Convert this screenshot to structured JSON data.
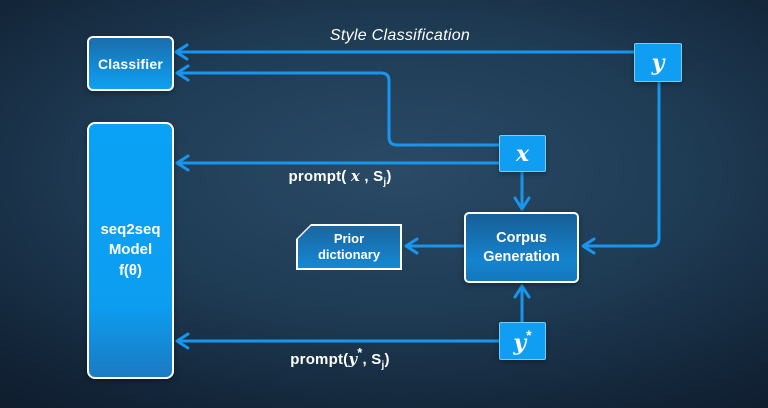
{
  "diagram": {
    "title": "Style Classification",
    "nodes": {
      "classifier": {
        "label": "Classifier"
      },
      "seq2seq": {
        "label": "seq2seq\nModel\nf(θ)"
      },
      "y": {
        "var": "y"
      },
      "x": {
        "var": "x"
      },
      "ystar": {
        "var": "y",
        "sup": "*"
      },
      "corpus": {
        "label": "Corpus\nGeneration"
      },
      "prior": {
        "label": "Prior\ndictionary"
      }
    },
    "edge_labels": {
      "prompt_x": {
        "pre": "prompt( ",
        "var": "x",
        "mid": " , S",
        "sub": "j",
        "post": ")"
      },
      "prompt_ystar": {
        "pre": "prompt(",
        "var": "y",
        "sup": "*",
        "mid": ", S",
        "sub": "j",
        "post": ")"
      }
    },
    "edges": [
      {
        "from": "y",
        "to": "classifier",
        "label": "Style Classification"
      },
      {
        "from": "x",
        "to": "classifier",
        "label": ""
      },
      {
        "from": "x",
        "to": "seq2seq",
        "label": "prompt( x , Sj)"
      },
      {
        "from": "x",
        "to": "corpus",
        "label": ""
      },
      {
        "from": "y",
        "to": "corpus",
        "label": ""
      },
      {
        "from": "corpus",
        "to": "prior",
        "label": ""
      },
      {
        "from": "ystar",
        "to": "corpus",
        "label": ""
      },
      {
        "from": "ystar",
        "to": "seq2seq",
        "label": "prompt(y*, Sj)"
      }
    ],
    "colors": {
      "background_center": "#2A4A66",
      "background_edge": "#0D1824",
      "line": "#1896EE",
      "chip_fill": "#0F9EF2",
      "box_gradient_top": "#1B6CAB",
      "box_gradient_bottom": "#0FA0F0",
      "border": "#FFFFFF",
      "text": "#FFFFFF"
    }
  }
}
